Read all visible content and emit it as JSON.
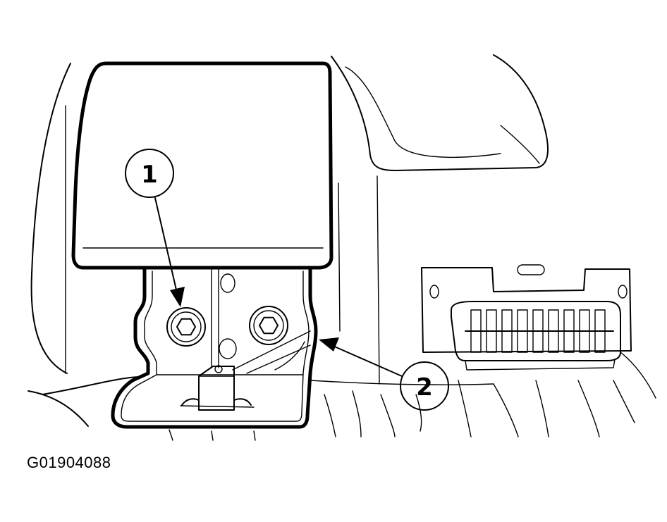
{
  "figure_code": "G01904088",
  "callouts": [
    {
      "number": "1",
      "target": "mounting-bolt"
    },
    {
      "number": "2",
      "target": "module-bracket"
    }
  ],
  "colors": {
    "line": "#000000",
    "background": "#ffffff"
  }
}
